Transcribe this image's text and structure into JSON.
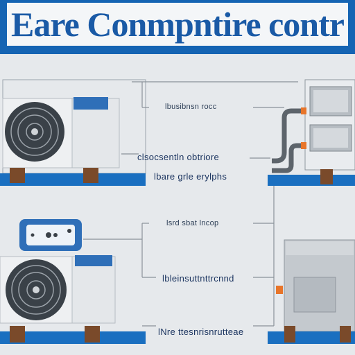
{
  "banner": {
    "title": "Eare Conmpntire contr"
  },
  "labels": [
    "lbusibnsn rocc",
    "clsocsentln obtriore",
    "lbare grle  erylphs",
    "lsrd sbat lncop",
    "lbleinsuttnttrcnnd",
    "lNre ttesnrisnrutteae"
  ],
  "colors": {
    "brand_blue": "#1564b3",
    "base_blue": "#1a6fc0",
    "unit_white": "#eef0f2",
    "fan_dark": "#3a4148",
    "cabinet_gray": "#c4c9ce",
    "post_brown": "#7a4a2a",
    "pipe_gray": "#6f767c",
    "valve_orange": "#e8752a"
  }
}
